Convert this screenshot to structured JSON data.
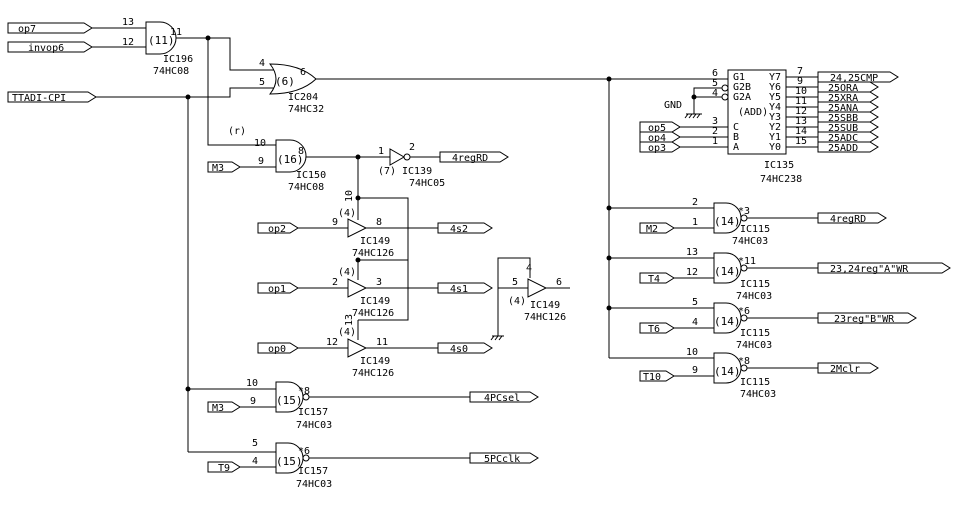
{
  "ports_in": {
    "op7": "op7",
    "invop6": "invop6",
    "ttadi": "TTADI-CPI",
    "m3_a": "M3",
    "op2": "op2",
    "op1": "op1",
    "op0": "op0",
    "m3_b": "M3",
    "t9": "T9",
    "op5": "op5",
    "op4": "op4",
    "op3": "op3",
    "m2": "M2",
    "t4": "T4",
    "t6": "T6",
    "t10": "T10"
  },
  "ports_out": {
    "regrd_a": "4regRD",
    "s2": "4s2",
    "s1": "4s1",
    "s0": "4s0",
    "pcsel": "4PCsel",
    "pcclk": "5PCclk",
    "cmp": "24,25CMP",
    "ora": "25ORA",
    "xra": "25XRA",
    "ana": "25ANA",
    "sbb": "25SBB",
    "sub": "25SUB",
    "adc": "25ADC",
    "add": "25ADD",
    "regrd_b": "4regRD",
    "regawr": "23,24reg\"A\"WR",
    "regbwr": "23reg\"B\"WR",
    "mclr": "2Mclr"
  },
  "parts": {
    "ic196": {
      "ref": "IC196",
      "type": "74HC08",
      "unit": "(11)"
    },
    "ic204": {
      "ref": "IC204",
      "type": "74HC32",
      "unit": "(6)"
    },
    "ic150": {
      "ref": "IC150",
      "type": "74HC08",
      "unit": "(16)"
    },
    "ic139": {
      "ref": "IC139",
      "type": "74HC05",
      "unit": "(7)"
    },
    "ic149_a": {
      "ref": "IC149",
      "type": "74HC126",
      "unit": "(4)"
    },
    "ic149_b": {
      "ref": "IC149",
      "type": "74HC126",
      "unit": "(4)"
    },
    "ic149_c": {
      "ref": "IC149",
      "type": "74HC126",
      "unit": "(4)"
    },
    "ic149_d": {
      "ref": "IC149",
      "type": "74HC126",
      "unit": "(4)"
    },
    "ic157_a": {
      "ref": "IC157",
      "type": "74HC03",
      "unit": "(15)"
    },
    "ic157_b": {
      "ref": "IC157",
      "type": "74HC03",
      "unit": "(15)"
    },
    "ic135": {
      "ref": "IC135",
      "type": "74HC238",
      "unit": "(ADD)"
    },
    "ic115_a": {
      "ref": "IC115",
      "type": "74HC03",
      "unit": "(14)"
    },
    "ic115_b": {
      "ref": "IC115",
      "type": "74HC03",
      "unit": "(14)"
    },
    "ic115_c": {
      "ref": "IC115",
      "type": "74HC03",
      "unit": "(14)"
    },
    "ic115_d": {
      "ref": "IC115",
      "type": "74HC03",
      "unit": "(14)"
    }
  },
  "decoder_pins": {
    "left": [
      "G1",
      "G2B",
      "G2A",
      "C",
      "B",
      "A"
    ],
    "right": [
      "Y7",
      "Y6",
      "Y5",
      "Y4",
      "Y3",
      "Y2",
      "Y1",
      "Y0"
    ]
  },
  "pins": {
    "p13a": "13",
    "p12a": "12",
    "p11a": "11",
    "p4a": "4",
    "p5a": "5",
    "p6a": "6",
    "r": "(r)",
    "p10a": "10",
    "p9a": "9",
    "p8a": "8",
    "p1a": "1",
    "p2a": "2",
    "p10b": "10",
    "p9b": "9",
    "p8b": "8",
    "p4b": "4",
    "p2b": "2",
    "p3b": "3",
    "p13b": "13",
    "p12b": "12",
    "p11b": "11",
    "p5c": "5",
    "p4c": "4",
    "p6c": "6",
    "p10c": "10",
    "p9c": "9",
    "p8c": "*8",
    "p5d": "5",
    "p4d": "4",
    "p6d": "*6",
    "dg1": "6",
    "dg2b": "5",
    "dg2a": "4",
    "dc": "3",
    "db": "2",
    "da": "1",
    "y7": "7",
    "y6": "9",
    "y5": "10",
    "y4": "11",
    "y3": "12",
    "y2": "13",
    "y1": "14",
    "y0": "15",
    "q2": "2",
    "q1": "1",
    "q3": "*3",
    "q13": "13",
    "q12": "12",
    "q11": "*11",
    "q5": "5",
    "q4": "4",
    "q6": "*6",
    "q10": "10",
    "q9": "9",
    "q8": "*8",
    "gnd": "GND"
  }
}
